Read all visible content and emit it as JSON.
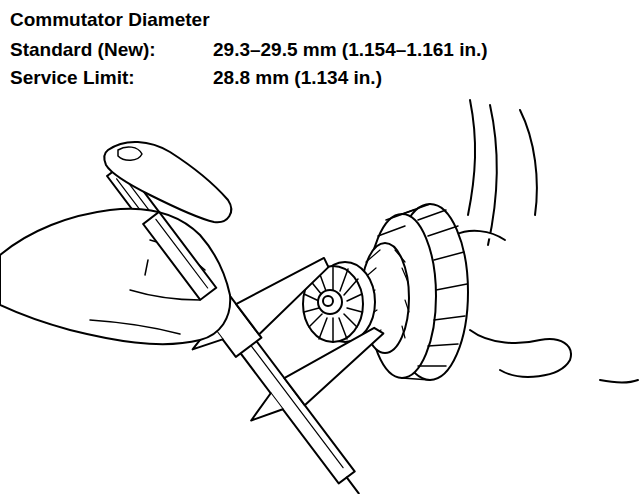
{
  "diagram": {
    "title": "Commutator Diameter",
    "labels": [
      "Standard (New):",
      "29.3–29.5 mm (1.154–1.161 in.)",
      "Service Limit:",
      "28.8 mm (1.134 in.)"
    ]
  }
}
